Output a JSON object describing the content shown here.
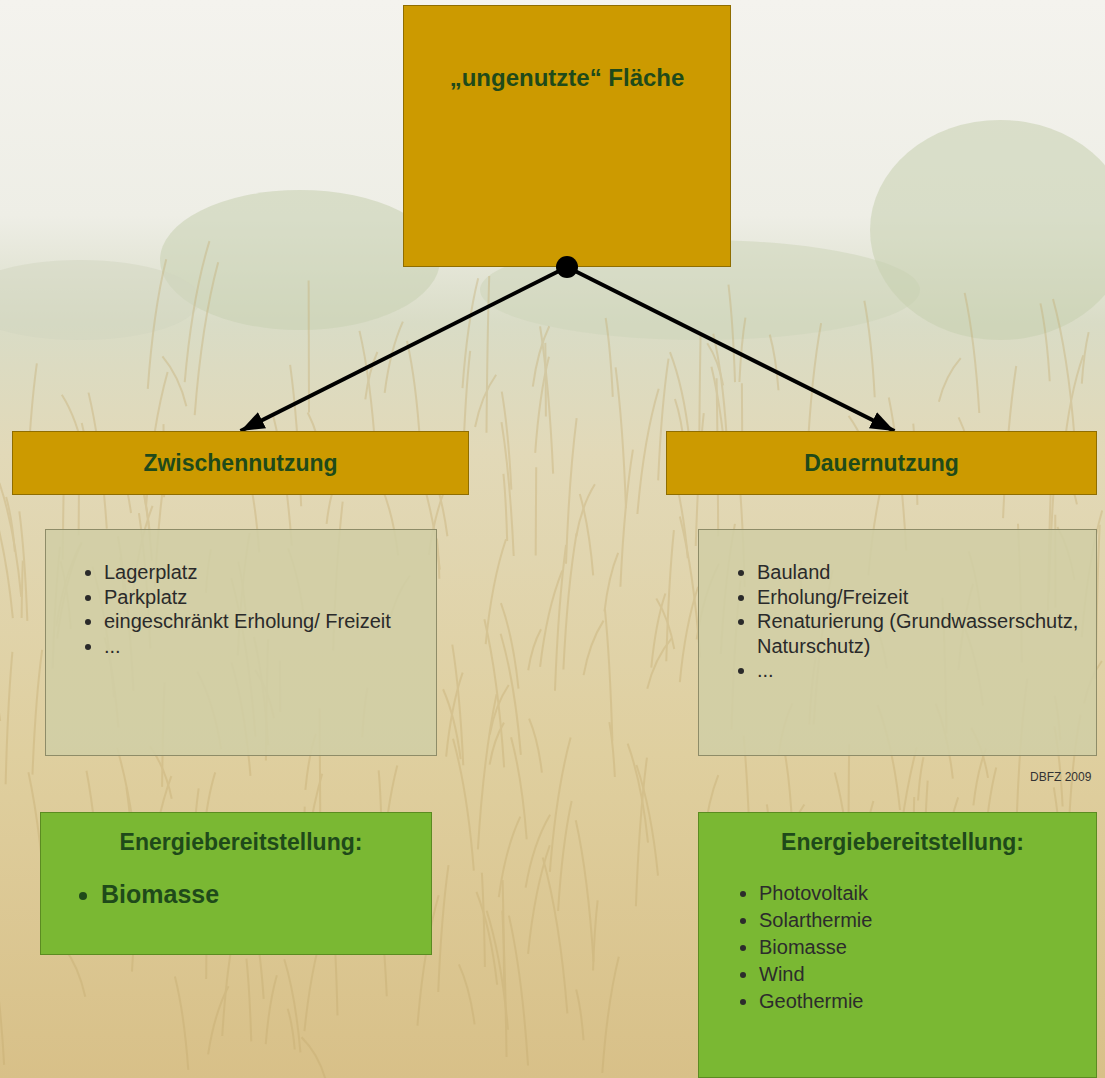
{
  "diagram": {
    "nodes": [
      {
        "text": [
          "„ungenutzte“ Fläche"
        ]
      },
      {
        "text": [
          "Zwischennutzung"
        ]
      },
      {
        "text": [
          "Dauernutzung"
        ]
      },
      {
        "text": [
          "Lagerplatz",
          "Parkplatz",
          "eingeschränkt Erholung/ Freizeit",
          "..."
        ]
      },
      {
        "text": [
          "Bauland",
          "Erholung/Freizeit",
          "Renaturierung (Grundwasserschutz, Naturschutz)",
          "..."
        ]
      },
      {
        "text": [
          "Energiebereitstellung:",
          "Biomasse"
        ]
      },
      {
        "text": [
          "Energiebereitstellung:",
          "Photovoltaik",
          "Solarthermie",
          "Biomasse",
          "Wind",
          "Geothermie"
        ]
      }
    ],
    "edges": [
      {
        "from": 0,
        "to": 1,
        "arrow": "to"
      },
      {
        "from": 0,
        "to": 2,
        "arrow": "to"
      }
    ],
    "labels": [
      "DBFZ 2009"
    ]
  }
}
